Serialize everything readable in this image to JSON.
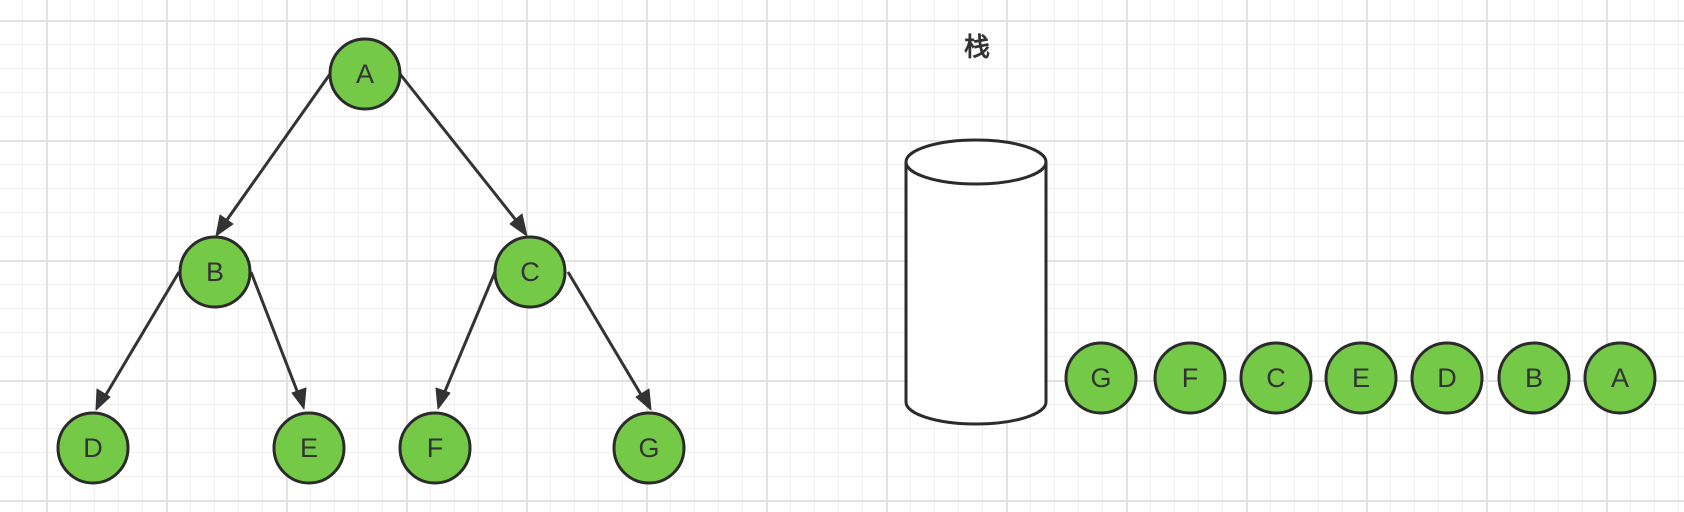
{
  "colors": {
    "node_fill": "#74c947",
    "node_stroke": "#2b2b2b",
    "edge": "#333333",
    "text": "#333333"
  },
  "stack": {
    "title": "栈"
  },
  "tree": {
    "nodes": [
      "A",
      "B",
      "C",
      "D",
      "E",
      "F",
      "G"
    ],
    "edges": [
      [
        "A",
        "B"
      ],
      [
        "A",
        "C"
      ],
      [
        "B",
        "D"
      ],
      [
        "B",
        "E"
      ],
      [
        "C",
        "F"
      ],
      [
        "C",
        "G"
      ]
    ]
  },
  "sequence": [
    "G",
    "F",
    "C",
    "E",
    "D",
    "B",
    "A"
  ]
}
